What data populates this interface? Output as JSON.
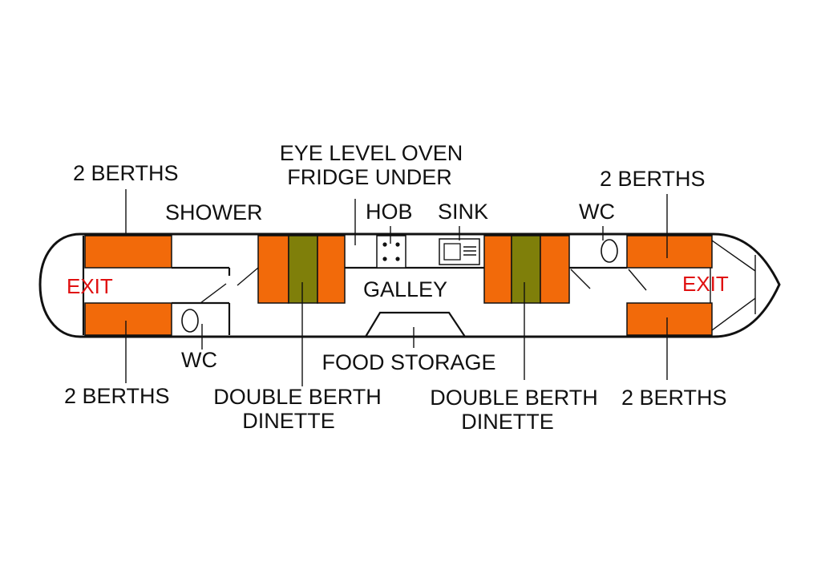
{
  "labels": {
    "berths_top_left": "2 BERTHS",
    "berths_bottom_left": "2 BERTHS",
    "berths_top_right": "2 BERTHS",
    "berths_bottom_right": "2 BERTHS",
    "shower": "SHOWER",
    "wc_left": "WC",
    "wc_right": "WC",
    "oven_line1": "EYE LEVEL OVEN",
    "oven_line2": "FRIDGE UNDER",
    "hob": "HOB",
    "sink": "SINK",
    "galley": "GALLEY",
    "food_storage": "FOOD STORAGE",
    "dinette_left_line1": "DOUBLE BERTH",
    "dinette_left_line2": "DINETTE",
    "dinette_right_line1": "DOUBLE BERTH",
    "dinette_right_line2": "DINETTE",
    "exit_left": "EXIT",
    "exit_right": "EXIT"
  },
  "colors": {
    "berth": "#f26a0a",
    "table": "#7f7f0a",
    "exit_text": "#e01010",
    "outline": "#111111"
  }
}
